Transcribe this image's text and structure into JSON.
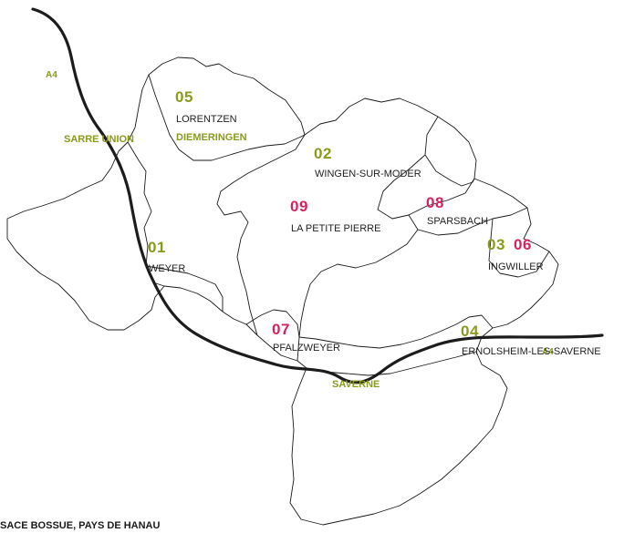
{
  "colors": {
    "green": "#8a9a1c",
    "pink": "#d6235f",
    "text": "#222222",
    "outline": "#1a1a1a"
  },
  "roads": {
    "a4_north": "A4",
    "a4_east": "A4"
  },
  "green_places": {
    "sarre_union": "SARRE UNION",
    "diemeringen": "DIEMERINGEN",
    "saverne": "SAVERNE"
  },
  "sites": [
    {
      "number": "05",
      "name": "LORENTZEN",
      "number_color": "green"
    },
    {
      "number": "02",
      "name": "WINGEN-SUR-MODER",
      "number_color": "green"
    },
    {
      "number": "09",
      "name": "LA PETITE PIERRE",
      "number_color": "pink"
    },
    {
      "number": "08",
      "name": "SPARSBACH",
      "number_color": "pink"
    },
    {
      "number": "01",
      "name": "WEYER",
      "number_color": "green"
    },
    {
      "number": "07",
      "name": "PFALZWEYER",
      "number_color": "pink"
    },
    {
      "number": "04",
      "name": "ERNOLSHEIM-LES-SAVERNE",
      "number_color": "green"
    }
  ],
  "ingwiller": {
    "number_a": "03",
    "number_b": "06",
    "name": "INGWILLER"
  },
  "caption": "SACE BOSSUE, PAYS DE HANAU"
}
